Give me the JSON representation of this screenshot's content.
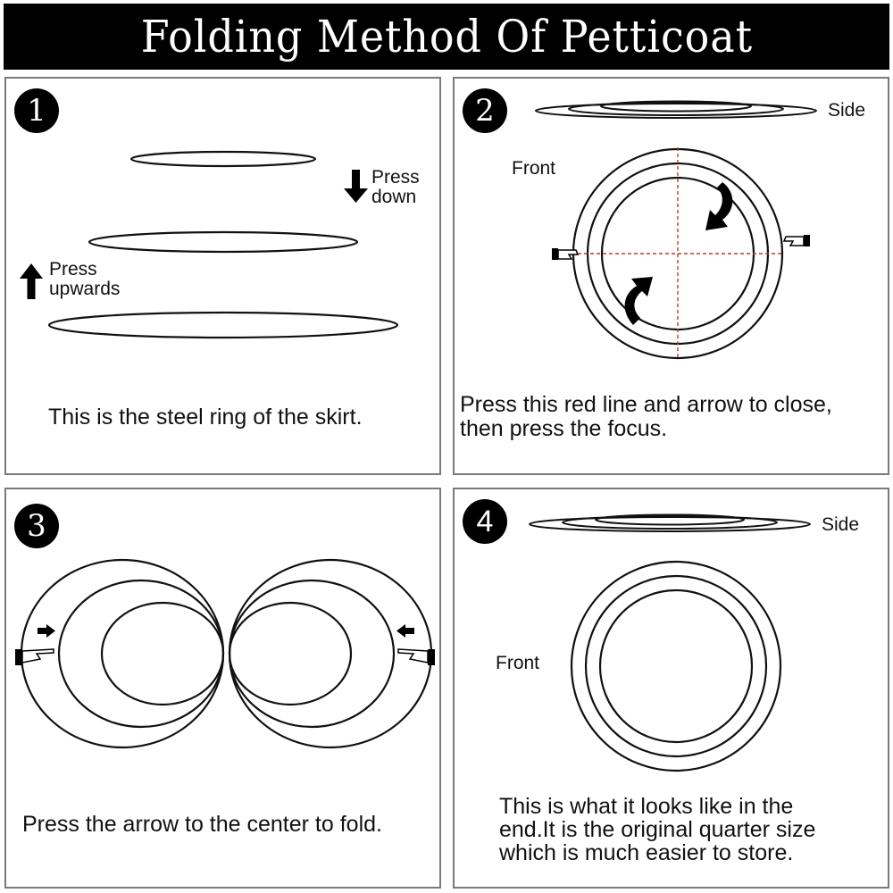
{
  "title": "Folding Method Of Petticoat",
  "colors": {
    "title_bg": "#000000",
    "title_text": "#ffffff",
    "panel_border": "#7a7a7a",
    "line": "#111111",
    "guide_line": "#c0392b"
  },
  "steps": [
    {
      "number": "1",
      "labels": {
        "press_down_line1": "Press",
        "press_down_line2": "down",
        "press_up_line1": "Press",
        "press_up_line2": "upwards"
      },
      "icons": [
        "arrow-down-icon",
        "arrow-up-icon"
      ],
      "caption": "This is the steel ring of the skirt."
    },
    {
      "number": "2",
      "labels": {
        "side": "Side",
        "front": "Front"
      },
      "icons": [
        "curved-arrow-icon",
        "curved-arrow-icon",
        "hand-pointer-icon",
        "hand-pointer-icon"
      ],
      "caption_line1": "Press this red line and arrow to close,",
      "caption_line2": "then press the focus."
    },
    {
      "number": "3",
      "labels": {},
      "icons": [
        "arrow-right-icon",
        "arrow-left-icon",
        "hand-pointer-icon",
        "hand-pointer-icon"
      ],
      "caption": "Press the arrow to the center to fold."
    },
    {
      "number": "4",
      "labels": {
        "side": "Side",
        "front": "Front"
      },
      "caption_line1": "This is what it looks like in the",
      "caption_line2": "end.It is the original quarter size",
      "caption_line3": "which is much easier to store."
    }
  ]
}
